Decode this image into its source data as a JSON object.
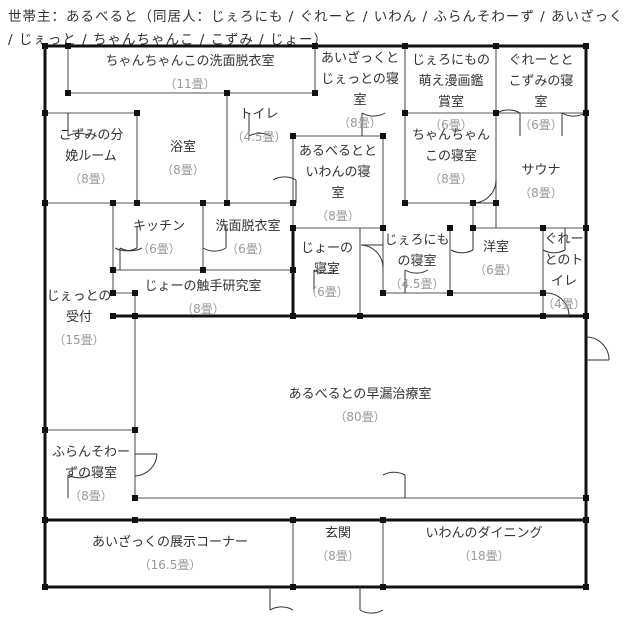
{
  "header": {
    "text": "世帯主：あるべると（同居人：じぇろにも / ぐれーと / いわん / ふらんそわーず / あいざっく / じぇっと / ちゃんちゃんこ / こずみ / じょー）"
  },
  "rooms": [
    {
      "id": "chan-wash",
      "name": [
        "ちゃんちゃんこの洗面脱衣室"
      ],
      "size": "（11畳）"
    },
    {
      "id": "isaac-bed",
      "name": [
        "あいざっくと",
        "じぇっとの寝",
        "室"
      ],
      "size": "（8畳）"
    },
    {
      "id": "geronimo-library",
      "name": [
        "じぇろにもの",
        "萌え漫画鑑",
        "賞室"
      ],
      "size": "（6畳）"
    },
    {
      "id": "great-kozumi-bed",
      "name": [
        "ぐれーとと",
        "こずみの寝",
        "室"
      ],
      "size": "（6畳）"
    },
    {
      "id": "toilet-1",
      "name": [
        "トイレ"
      ],
      "size": "（4.5畳）"
    },
    {
      "id": "kozumi-delivery",
      "name": [
        "こずみの分",
        "娩ルーム"
      ],
      "size": "（8畳）"
    },
    {
      "id": "bathroom",
      "name": [
        "浴室"
      ],
      "size": "（8畳）"
    },
    {
      "id": "albert-ivan-bed",
      "name": [
        "あるべるとと",
        "いわんの寝",
        "室"
      ],
      "size": "（8畳）"
    },
    {
      "id": "chan-bed",
      "name": [
        "ちゃんちゃん",
        "この寝室"
      ],
      "size": "（8畳）"
    },
    {
      "id": "sauna",
      "name": [
        "サウナ"
      ],
      "size": "（8畳）"
    },
    {
      "id": "kitchen",
      "name": [
        "キッチン"
      ],
      "size": "（6畳）"
    },
    {
      "id": "wash-room",
      "name": [
        "洗面脱衣室"
      ],
      "size": "（6畳）"
    },
    {
      "id": "joe-bed",
      "name": [
        "じょーの",
        "寝室"
      ],
      "size": "（6畳）"
    },
    {
      "id": "geronimo-bed",
      "name": [
        "じぇろにも",
        "の寝室"
      ],
      "size": "（4.5畳）"
    },
    {
      "id": "western",
      "name": [
        "洋室"
      ],
      "size": "（6畳）"
    },
    {
      "id": "great-toilet",
      "name": [
        "ぐれー",
        "とのト",
        "イレ"
      ],
      "size": "（4畳）"
    },
    {
      "id": "jet-reception",
      "name": [
        "じぇっとの",
        "受付"
      ],
      "size": "（15畳）"
    },
    {
      "id": "joe-research",
      "name": [
        "じょーの触手研究室"
      ],
      "size": "（8畳）"
    },
    {
      "id": "albert-clinic",
      "name": [
        "あるべるとの早漏治療室"
      ],
      "size": "（80畳）"
    },
    {
      "id": "francoise-bed",
      "name": [
        "ふらんそわー",
        "ずの寝室"
      ],
      "size": "（8畳）"
    },
    {
      "id": "isaac-gallery",
      "name": [
        "あいざっくの展示コーナー"
      ],
      "size": "（16.5畳）"
    },
    {
      "id": "entrance",
      "name": [
        "玄関"
      ],
      "size": "（8畳）"
    },
    {
      "id": "ivan-dining",
      "name": [
        "いわんのダイニング"
      ],
      "size": "（18畳）"
    }
  ]
}
